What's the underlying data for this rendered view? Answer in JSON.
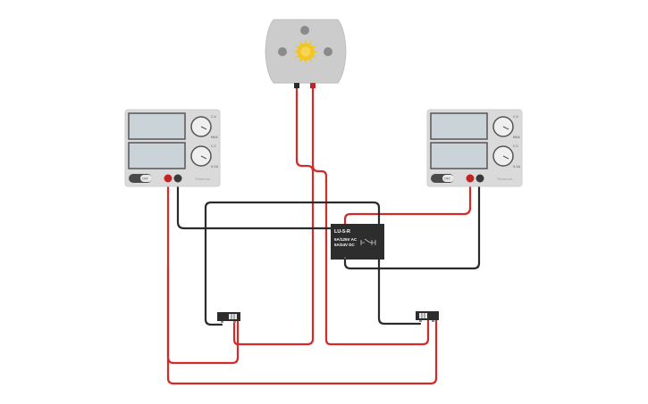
{
  "colors": {
    "wire_red": "#d42a2a",
    "wire_black": "#2b2b2b",
    "supply_body": "#d9d9d9",
    "display": "#c8d3d8",
    "relay_body": "#2d2d2d",
    "sun": "#f2c61f"
  },
  "supplies": [
    {
      "off_label": "OFF",
      "knob_labels": [
        "C.V",
        "MAX",
        "C.C",
        "0.5A"
      ],
      "brand": "Tinkercad"
    },
    {
      "off_label": "OFF",
      "knob_labels": [
        "C.V",
        "MAX",
        "C.C",
        "0.5A"
      ],
      "brand": "Tinkercad"
    }
  ],
  "motor": {
    "icon": "sun-gear-icon"
  },
  "relay": {
    "model": "LU-5-R",
    "rating_ac": "5A/125V AC",
    "rating_dc": "5A/24V DC"
  },
  "switches": [
    {
      "icon": "slide-switch-icon"
    },
    {
      "icon": "slide-switch-icon"
    }
  ]
}
